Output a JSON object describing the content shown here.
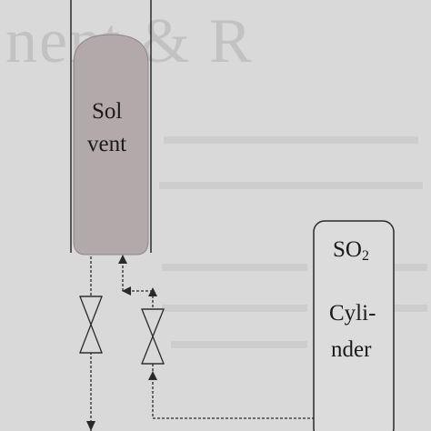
{
  "diagram": {
    "solvent_vessel": {
      "label_line1": "Sol",
      "label_line2": "vent"
    },
    "so2_cylinder": {
      "label_chemical": "SO",
      "label_subscript": "2",
      "label_line2": "Cyli-",
      "label_line3": "nder"
    }
  },
  "background_show_through": {
    "heading": "nent & R"
  },
  "colors": {
    "paper": "#d9d9d9",
    "solvent_fill": "#b3a8aa",
    "line": "#2a2a2a",
    "cylinder_fill": "#dcdcdc"
  }
}
